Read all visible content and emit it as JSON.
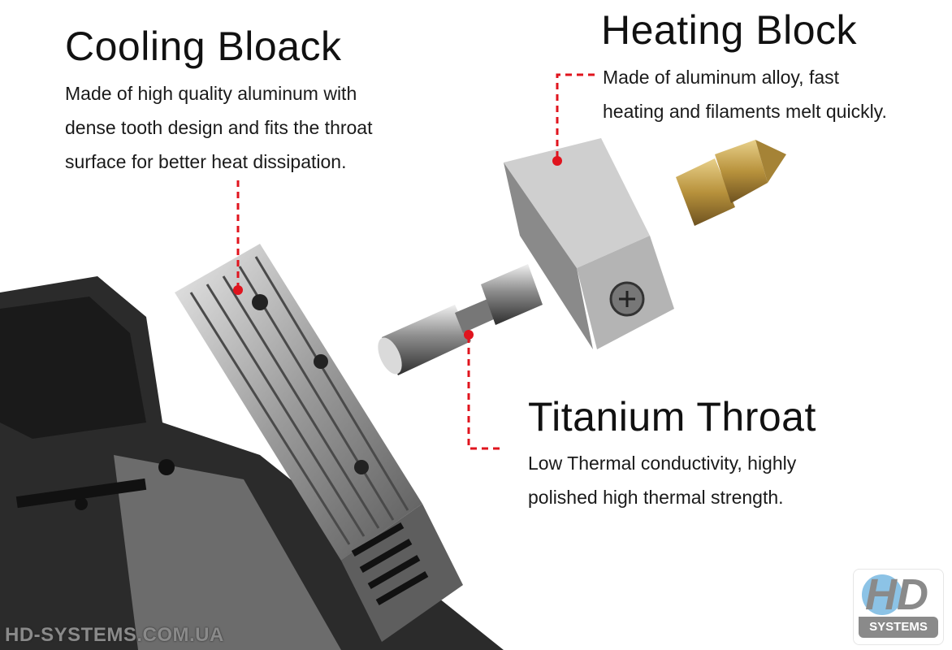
{
  "cooling_block": {
    "title": "Cooling Bloack",
    "lines": [
      "Made of high quality aluminum with",
      "dense tooth design and fits the throat",
      "surface for better heat dissipation."
    ]
  },
  "heating_block": {
    "title": "Heating Block",
    "lines": [
      "Made of aluminum alloy, fast",
      "heating and filaments melt quickly."
    ]
  },
  "titanium_throat": {
    "title": "Titanium Throat",
    "lines": [
      "Low Thermal conductivity, highly",
      "polished high thermal strength."
    ]
  },
  "watermark": "HD-SYSTEMS.COM.UA",
  "logo": {
    "letters": "HD",
    "subtitle": "SYSTEMS"
  },
  "colors": {
    "callout": "#e0141e",
    "logo_blue": "#8cc3e6",
    "logo_gray": "#8a8a8a"
  }
}
